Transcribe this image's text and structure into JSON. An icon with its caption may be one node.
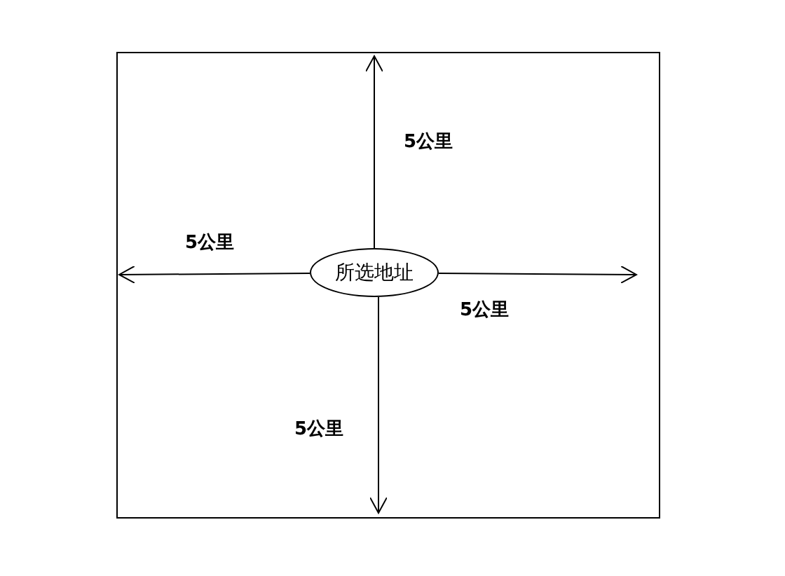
{
  "diagram": {
    "nodes": [
      {
        "text": [
          "所选地址"
        ]
      }
    ],
    "labels": [
      "5公里",
      "5公里",
      "5公里",
      "5公里"
    ]
  }
}
